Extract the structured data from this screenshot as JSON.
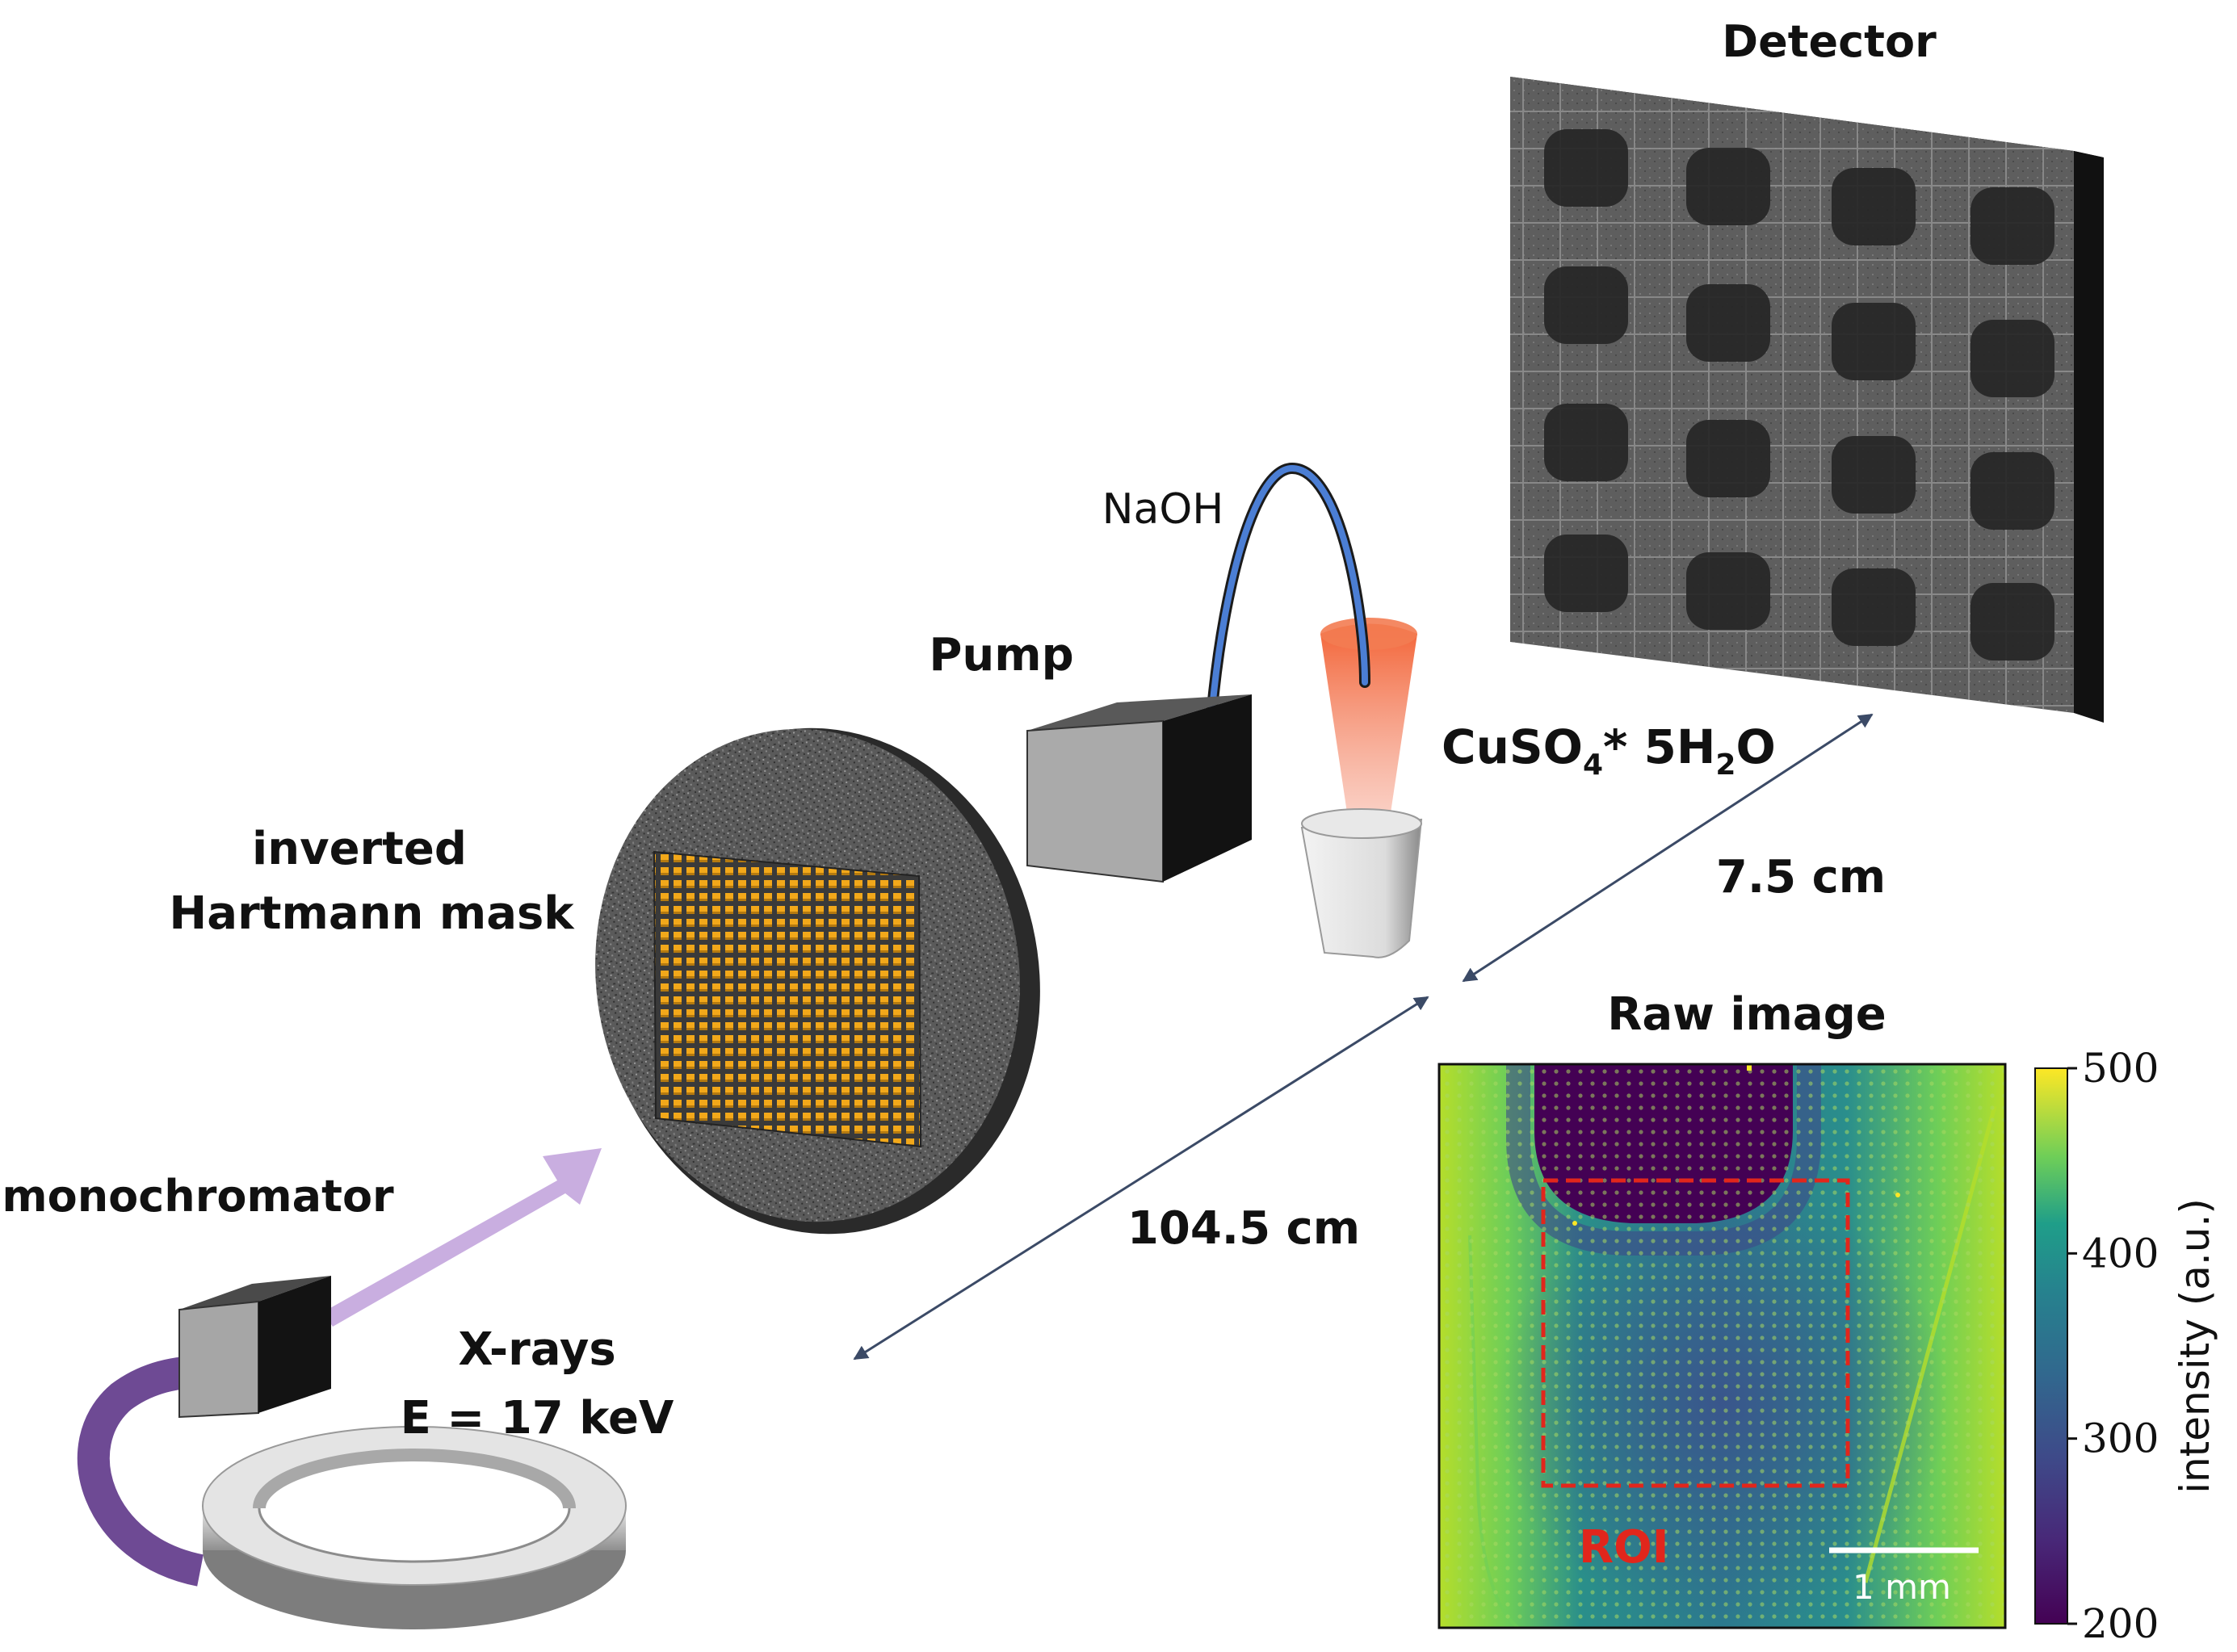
{
  "labels": {
    "detector": "Detector",
    "naoh": "NaOH",
    "pump": "Pump",
    "compound_main": "CuSO",
    "compound_sub1": "4",
    "compound_mid": "* 5H",
    "compound_sub2": "2",
    "compound_end": "O",
    "distance_short": "7.5 cm",
    "distance_long": "104.5 cm",
    "mask_line1": "inverted",
    "mask_line2": "Hartmann mask",
    "monochromator": "monochromator",
    "xrays_line1": "X-rays",
    "xrays_line2": "E = 17 keV",
    "raw_image": "Raw image",
    "roi": "ROI",
    "scale_bar": "1 mm"
  },
  "colorbar": {
    "title": "intensity (a.u.)",
    "ticks": [
      "500",
      "400",
      "300",
      "200"
    ],
    "tick_values": [
      500,
      400,
      300,
      200
    ],
    "range": [
      200,
      500
    ],
    "colormap": "viridis"
  },
  "colors": {
    "roi": "#e1261c",
    "arrow_light": "#c9aee0",
    "arrow_dark": "#6e4a94",
    "measure_line": "#3b4a66",
    "tube": "#3f6fc4",
    "mask_holes": "#f2a81a",
    "beam": "#f26b3a"
  },
  "icons": {
    "detector": "detector-panel-icon",
    "pump": "pump-cube-icon",
    "monochromator": "monochromator-cube-icon",
    "storage_ring": "storage-ring-icon",
    "mask": "hartmann-mask-disc-icon",
    "nozzle": "nozzle-cone-icon"
  }
}
